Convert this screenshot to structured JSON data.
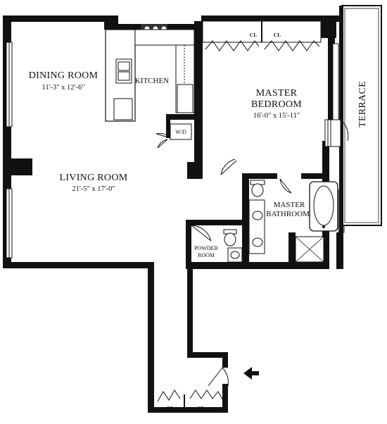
{
  "rooms": {
    "dining": {
      "name": "DINING ROOM",
      "dims": "11'-3\" x 12'-6\""
    },
    "kitchen": {
      "name": "KITCHEN"
    },
    "living": {
      "name": "LIVING ROOM",
      "dims": "21'-5\" x 17'-0\""
    },
    "master_bedroom": {
      "name_line1": "MASTER",
      "name_line2": "BEDROOM",
      "dims": "16'-0\" x 15'-11\""
    },
    "master_bathroom": {
      "name_line1": "MASTER",
      "name_line2": "BATHROOM"
    },
    "powder_room": {
      "name_line1": "POWDER",
      "name_line2": "ROOM"
    },
    "terrace": {
      "name": "TERRACE"
    },
    "washer_dryer": {
      "name": "W/D"
    }
  },
  "closets": {
    "bedroom_left": "CL",
    "bedroom_right": "CL",
    "foyer_left": "CL",
    "foyer_right": "CL"
  },
  "icons": {
    "entry": "entry-arrow-icon"
  },
  "colors": {
    "wall": "#111111",
    "background": "#ffffff"
  }
}
